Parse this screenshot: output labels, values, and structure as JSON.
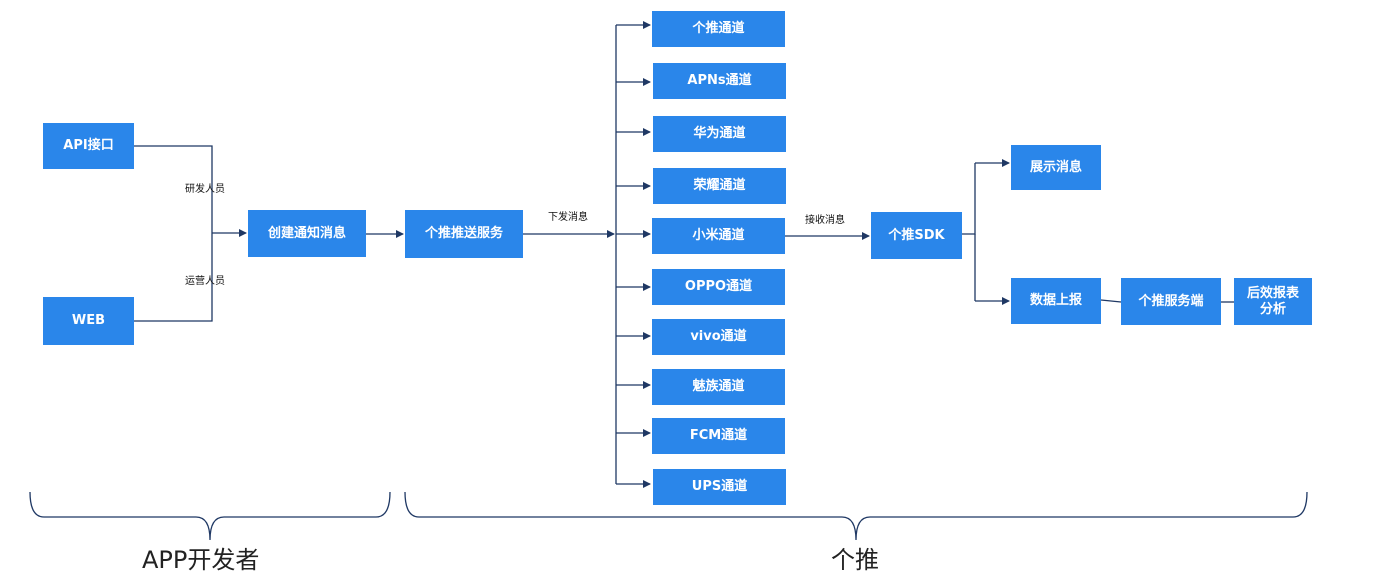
{
  "nodes": {
    "api": "API接口",
    "web": "WEB",
    "create": "创建通知消息",
    "push_service": "个推推送服务",
    "sdk": "个推SDK",
    "show": "展示消息",
    "report": "数据上报",
    "server": "个推服务端",
    "analysis": "后效报表分析"
  },
  "channels": [
    "个推通道",
    "APNs通道",
    "华为通道",
    "荣耀通道",
    "小米通道",
    "OPPO通道",
    "vivo通道",
    "魅族通道",
    "FCM通道",
    "UPS通道"
  ],
  "edge_labels": {
    "developer": "研发人员",
    "operator": "运营人员",
    "send": "下发消息",
    "receive": "接收消息"
  },
  "groups": {
    "app_developer": "APP开发者",
    "getui": "个推"
  },
  "colors": {
    "node_fill": "#2a86ea",
    "node_text": "#ffffff",
    "line": "#1f3864"
  }
}
